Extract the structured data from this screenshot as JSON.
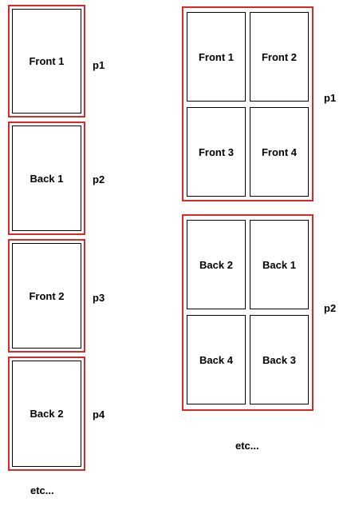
{
  "colors": {
    "sheet_border": "#d62b2b",
    "card_border": "#000000",
    "background": "#ffffff",
    "text": "#000000"
  },
  "left_layout": {
    "sheets": [
      {
        "page_label": "p1",
        "cards": [
          "Front 1"
        ]
      },
      {
        "page_label": "p2",
        "cards": [
          "Back 1"
        ]
      },
      {
        "page_label": "p3",
        "cards": [
          "Front 2"
        ]
      },
      {
        "page_label": "p4",
        "cards": [
          "Back 2"
        ]
      }
    ],
    "etc": "etc..."
  },
  "right_layout": {
    "sheets": [
      {
        "page_label": "p1",
        "cards": [
          "Front 1",
          "Front 2",
          "Front 3",
          "Front 4"
        ]
      },
      {
        "page_label": "p2",
        "cards": [
          "Back 2",
          "Back 1",
          "Back 4",
          "Back 3"
        ]
      }
    ],
    "etc": "etc..."
  }
}
